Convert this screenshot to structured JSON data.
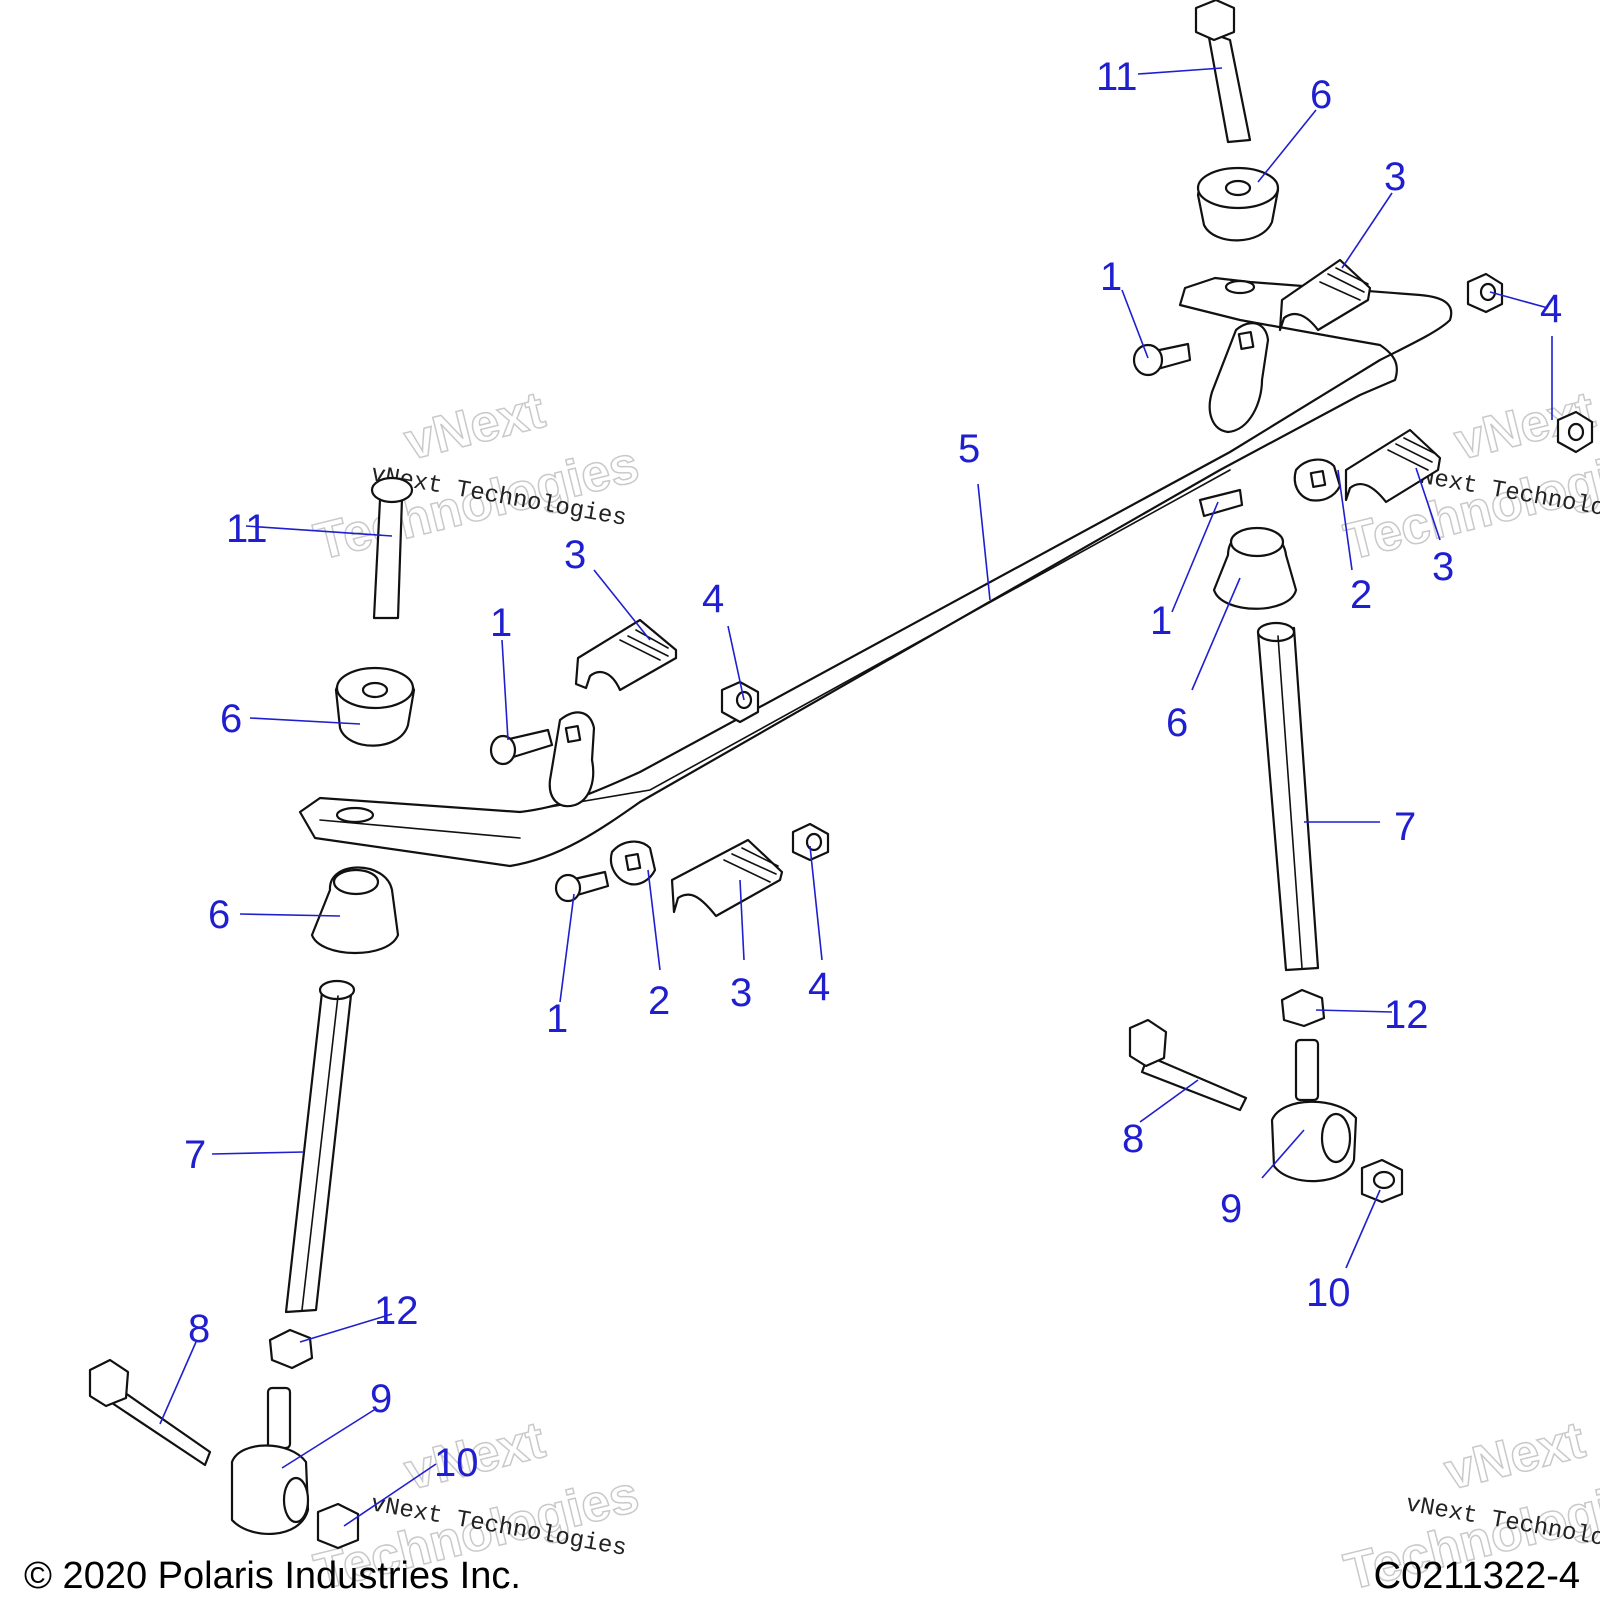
{
  "callouts": {
    "c1_top": "1",
    "c1_right": "1",
    "c1_left": "1",
    "c1_bottom": "1",
    "c2_right": "2",
    "c2_bottom": "2",
    "c3_top": "3",
    "c3_right": "3",
    "c3_left": "3",
    "c3_bottom": "3",
    "c4_top": "4",
    "c4_left": "4",
    "c4_bottom": "4",
    "c5": "5",
    "c6_top": "6",
    "c6_right": "6",
    "c6_left_upper": "6",
    "c6_left_lower": "6",
    "c7_left": "7",
    "c7_right": "7",
    "c8_left": "8",
    "c8_right": "8",
    "c9_left": "9",
    "c9_right": "9",
    "c10_left": "10",
    "c10_right": "10",
    "c11_top": "11",
    "c11_left": "11",
    "c12_left": "12",
    "c12_right": "12"
  },
  "watermark": {
    "brand_big_line1": "vNext",
    "brand_big_line2": "Technologies",
    "brand_small": "vNext Technologies"
  },
  "footer": {
    "copyright": "© 2020 Polaris Industries Inc.",
    "figure_id": "C0211322-4"
  }
}
